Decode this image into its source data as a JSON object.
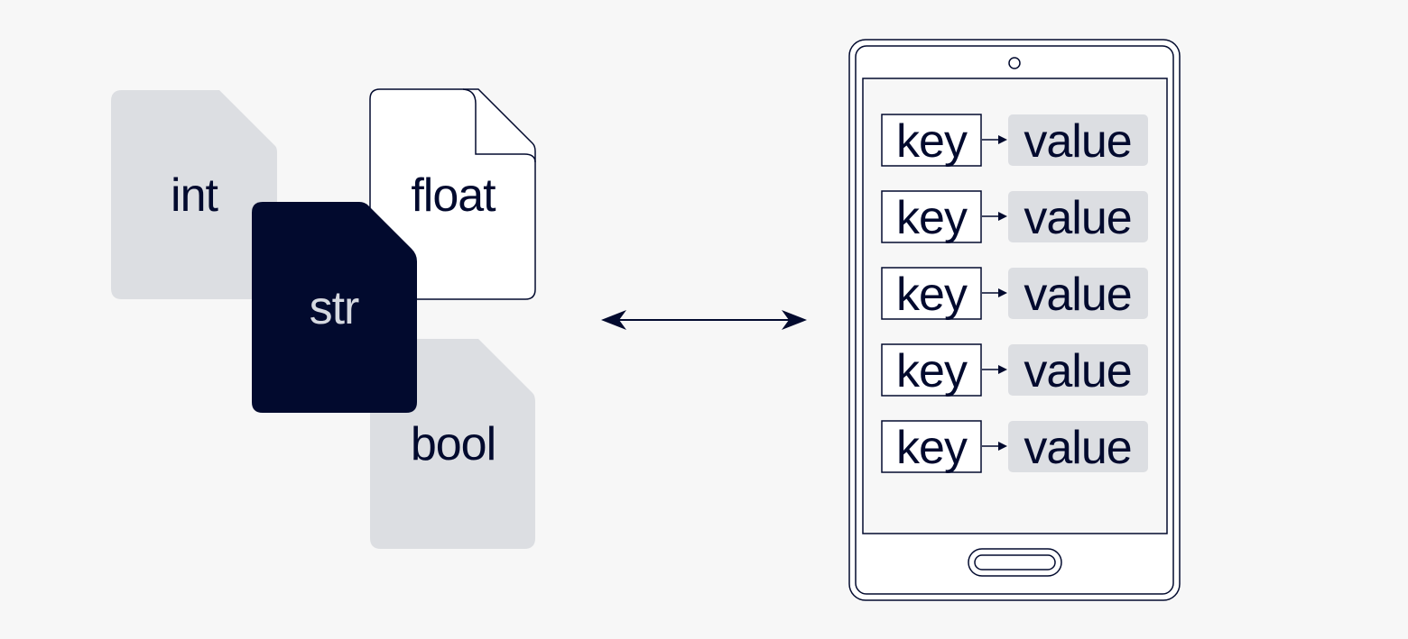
{
  "files": {
    "int": "int",
    "float": "float",
    "str": "str",
    "bool": "bool"
  },
  "phone": {
    "rows": [
      {
        "key": "key",
        "value": "value"
      },
      {
        "key": "key",
        "value": "value"
      },
      {
        "key": "key",
        "value": "value"
      },
      {
        "key": "key",
        "value": "value"
      },
      {
        "key": "key",
        "value": "value"
      }
    ]
  },
  "colors": {
    "background": "#f7f7f7",
    "navy": "#020a2e",
    "light_gray": "#dcdee2",
    "str_text": "#d6d9e0"
  }
}
